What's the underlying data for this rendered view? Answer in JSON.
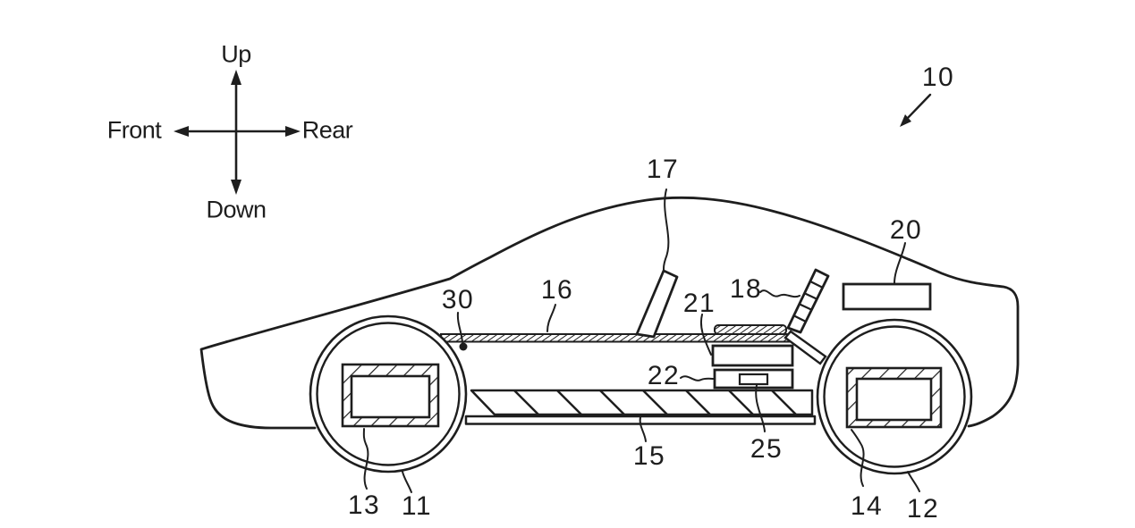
{
  "figure": {
    "kind": "patent line drawing",
    "subject": "vehicle side view with in-wheel motors, floor panel and seats"
  },
  "colors": {
    "line": "#1e1e1e",
    "background": "#ffffff"
  },
  "compass": {
    "up": "Up",
    "down": "Down",
    "front": "Front",
    "rear": "Rear"
  },
  "labels": {
    "vehicle_10": "10",
    "front_wheel_11": "11",
    "rear_wheel_12": "12",
    "front_motor_13": "13",
    "rear_motor_14": "14",
    "floor_panel_15": "15",
    "deck_16": "16",
    "front_seat_17": "17",
    "rear_seat_18": "18",
    "rear_box_20": "20",
    "unit_21": "21",
    "unit_22": "22",
    "unit_25": "25",
    "point_30": "30"
  }
}
